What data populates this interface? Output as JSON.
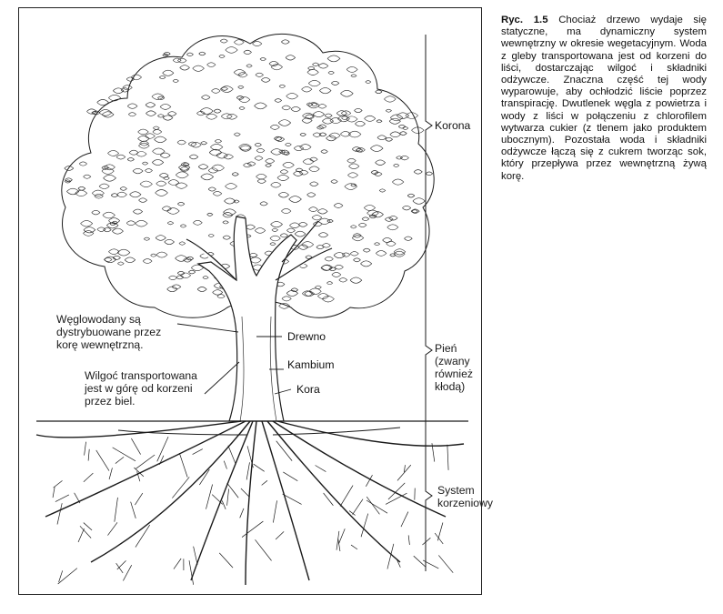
{
  "caption": {
    "label": "Ryc. 1.5",
    "text": "Chociaż drzewo wydaje się statyczne, ma dynamiczny system wewnętrzny w okresie wegetacyjnym. Woda z gleby transportowana jest od korzeni do liści, dostarczając wilgoć i składniki odżywcze. Znaczna część tej wody wyparowuje, aby ochłodzić liście poprzez transpirację. Dwutlenek węgla z powietrza i wody z liści w połączeniu z chlorofilem wytwarza cukier (z tlenem jako produktem ubocznym). Pozostała woda i składniki odżywcze łączą się z cukrem tworząc sok, który przepływa przez wewnętrzną żywą korę."
  },
  "labels": {
    "korona": "Korona",
    "pien_line1": "Pień",
    "pien_line2": "(zwany",
    "pien_line3": "również",
    "pien_line4": "kłodą)",
    "system_line1": "System",
    "system_line2": "korzeniowy",
    "weglowodany_line1": "Węglowodany są",
    "weglowodany_line2": "dystrybuowane przez",
    "weglowodany_line3": "korę wewnętrzną.",
    "wilgoc_line1": "Wilgoć transportowana",
    "wilgoc_line2": "jest w górę od korzeni",
    "wilgoc_line3": "przez biel.",
    "drewno": "Drewno",
    "kambium": "Kambium",
    "kora": "Kora"
  },
  "colors": {
    "ink": "#1a1a1a",
    "background": "#ffffff"
  }
}
